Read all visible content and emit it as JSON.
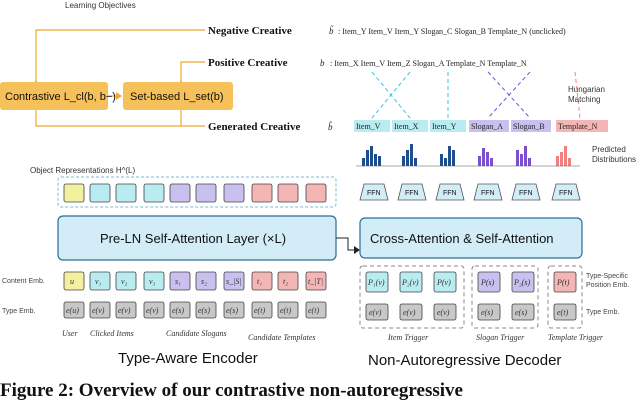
{
  "header": {
    "learning_objectives": "Learning Objectives",
    "negative_creative": "Negative Creative",
    "negative_var": "b̃",
    "positive_creative": "Positive Creative",
    "positive_var": "b",
    "generated_creative": "Generated Creative",
    "generated_var": "b̂"
  },
  "objectives": {
    "contrastive": "Contrastive L_cl(b, b−)",
    "set_based": "Set-based L_set(b)"
  },
  "negative_row": ": Item_Y  Item_V  Item_Y  Slogan_C  Slogan_B  Template_N  (unclicked)",
  "positive_row": ":  Item_X  Item_V  Item_Z  Slogan_A  Template_N  Template_N",
  "generated_items": [
    "Item_V",
    "Item_X",
    "Item_Y",
    "Slogan_A",
    "Slogan_B",
    "Template_N"
  ],
  "side_labels": {
    "hungarian": [
      "Hungarian",
      "Matching"
    ],
    "predicted": [
      "Predicted",
      "Distributions"
    ]
  },
  "encoder": {
    "object_repr": "Object Representations H^(L)",
    "layer": "Pre-LN Self-Attention Layer (×L)",
    "content_emb": "Content Emb.",
    "type_emb": "Type Emb.",
    "token_labels": [
      "u",
      "v₁",
      "v₂",
      "v₃",
      "s₁",
      "s₂",
      "s_|S|",
      "t₁",
      "t₂",
      "t_|T|"
    ],
    "type_tokens": [
      "e(u)",
      "e(v)",
      "e(v)",
      "e(v)",
      "e(s)",
      "e(s)",
      "e(s)",
      "e(t)",
      "e(t)",
      "e(t)"
    ],
    "group_labels": [
      "User",
      "Clicked Items",
      "Candidate Slogans",
      "Candidate Templates"
    ],
    "title": "Type-Aware Encoder"
  },
  "decoder": {
    "layer": "Cross-Attention & Self-Attention",
    "ffn": "FFN",
    "type_specific": [
      "Type-Specific",
      "Position Emb."
    ],
    "type_emb": "Type Emb.",
    "position_tokens": [
      "P₁(v)",
      "P₂(v)",
      "P(v)",
      "P(s)",
      "P₂(s)",
      "P(t)"
    ],
    "type_tokens": [
      "e(v)",
      "e(v)",
      "e(v)",
      "e(s)",
      "e(s)",
      "e(t)"
    ],
    "trigger_labels": [
      "Item Trigger",
      "Slogan Trigger",
      "Template Trigger"
    ],
    "title": "Non-Autoregressive Decoder"
  },
  "caption": "Figure 2: Overview of our contrastive non-autoregressive",
  "colors": {
    "orange": "#f6c15a",
    "orange_light": "#fbd98d",
    "blue_layer": "#d2ecf8",
    "user": "#f3f0a0",
    "item": "#b9ecf0",
    "slogan": "#c9c0ef",
    "template": "#f4b5b5",
    "type_token": "#c8c8c8",
    "bar_blue": "#1f4e8c",
    "dash_orange": "#f0a830",
    "dash_cyan": "#37c4e0",
    "dash_purple": "#7b4fd0",
    "dash_pink": "#f08080"
  }
}
